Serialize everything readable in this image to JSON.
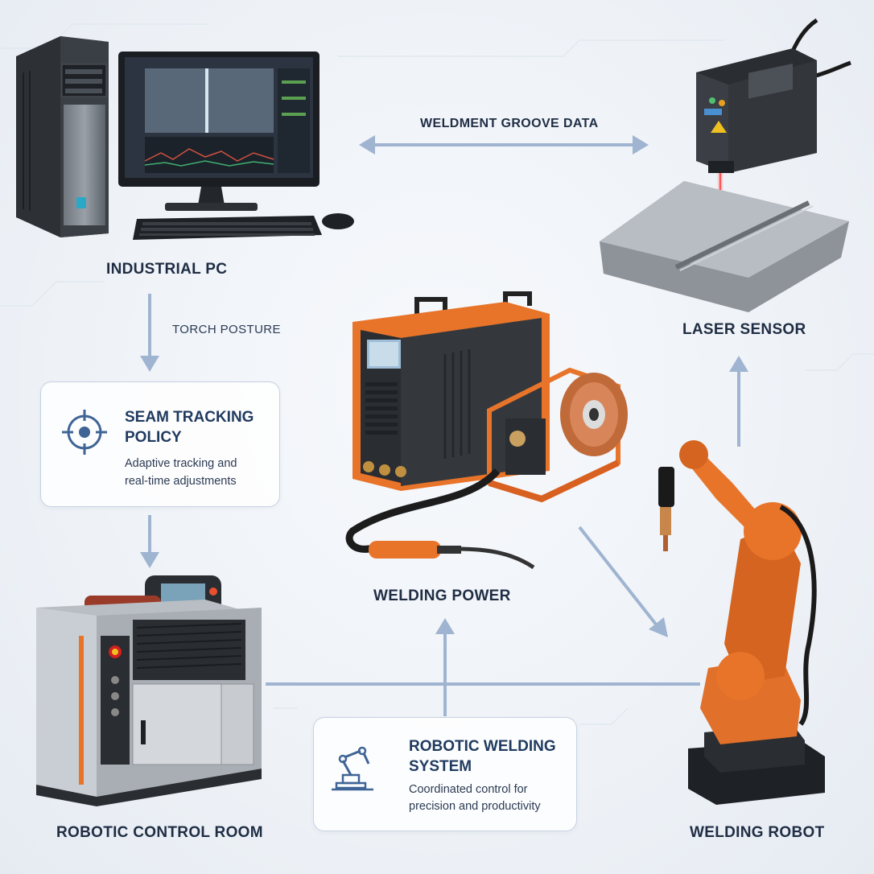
{
  "nodes": {
    "industrial_pc": "INDUSTRIAL PC",
    "laser_sensor": "LASER SENSOR",
    "welding_power": "WELDING POWER",
    "robotic_control_room": "ROBOTIC CONTROL ROOM",
    "welding_robot": "WELDING ROBOT"
  },
  "edges": {
    "weldment_groove_data": "WELDMENT GROOVE DATA",
    "torch_posture": "TORCH POSTURE"
  },
  "cards": {
    "seam_tracking": {
      "title_line1": "SEAM TRACKING",
      "title_line2": "POLICY",
      "text_line1": "Adaptive tracking and",
      "text_line2": "real-time adjustments"
    },
    "robotic_welding": {
      "title_line1": "ROBOTIC WELDING",
      "title_line2": "SYSTEM",
      "text_line1": "Coordinated control for",
      "text_line2": "precision and productivity"
    }
  },
  "colors": {
    "arrow": "#9fb4d0",
    "accent_orange": "#e8742a",
    "icon_blue": "#3f6496",
    "laser_red": "#ff3030"
  }
}
